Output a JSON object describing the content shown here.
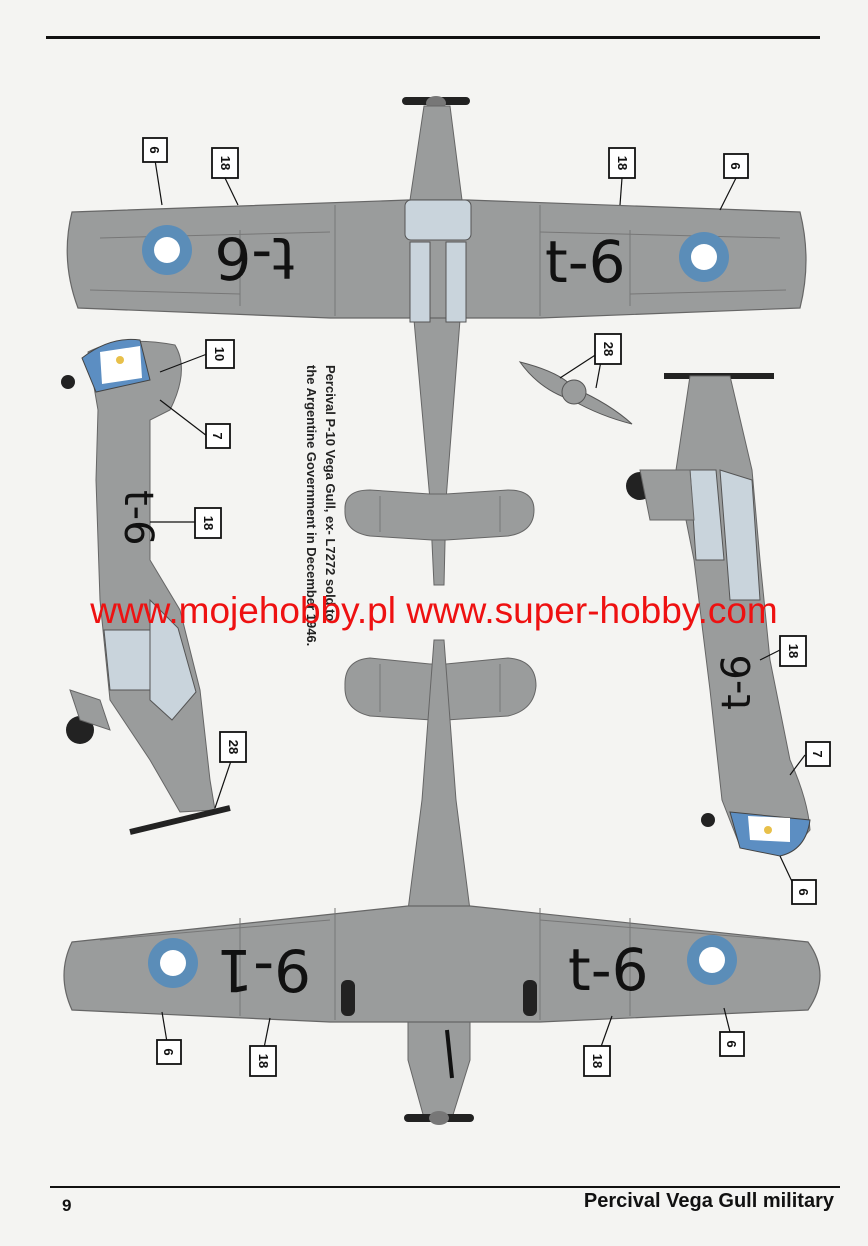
{
  "page": {
    "number": "9",
    "footer_title": "Percival Vega Gull military"
  },
  "caption": {
    "line1": "Percival P-10 Vega Gull, ex- L7272 sold to",
    "line2": "the Argentine Government in December 1946."
  },
  "watermark": "www.mojehobby.pl www.super-hobby.com",
  "aircraft_code": "9-1",
  "aircraft_code_mirror": "t-6",
  "callouts": [
    "6",
    "18",
    "18",
    "6",
    "10",
    "7",
    "18",
    "28",
    "28",
    "18",
    "7",
    "6",
    "6",
    "18",
    "18",
    "6"
  ],
  "colors": {
    "airframe": "#9a9c9c",
    "roundel_outer": "#5b8db8",
    "roundel_inner": "#ffffff",
    "argentine_blue": "#5c8ec2"
  }
}
